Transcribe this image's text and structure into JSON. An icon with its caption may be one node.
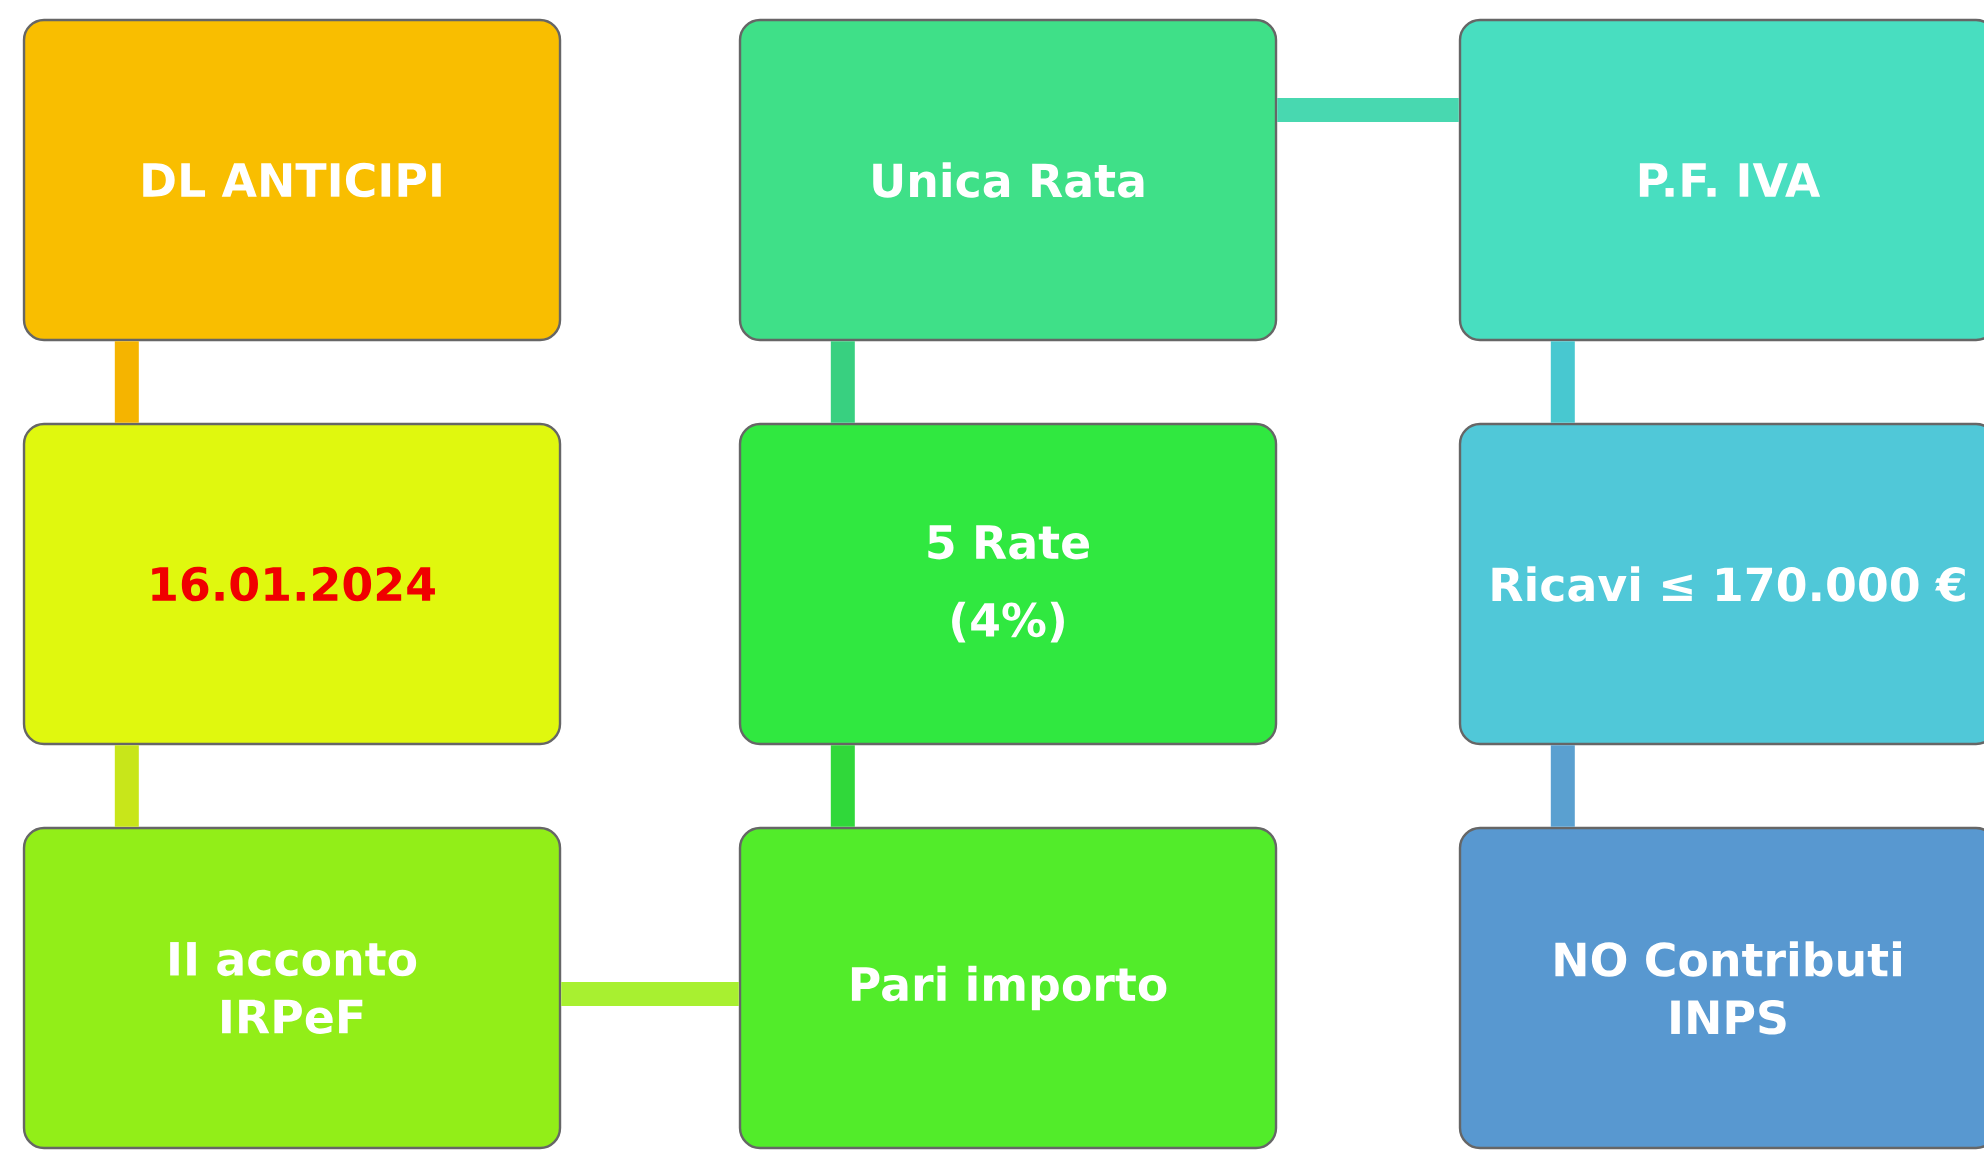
{
  "diagram": {
    "nodes": [
      {
        "text": [
          "DL ANTICIPI"
        ]
      },
      {
        "text": [
          "16.01.2024"
        ]
      },
      {
        "text": [
          "II acconto IRPeF"
        ]
      },
      {
        "text": [
          "Unica Rata"
        ]
      },
      {
        "text": [
          "5 Rate",
          "(4%)"
        ]
      },
      {
        "text": [
          "Pari importo"
        ]
      },
      {
        "text": [
          "P.F. IVA"
        ]
      },
      {
        "text": [
          "Ricavi ≤ 170.000 €"
        ]
      },
      {
        "text": [
          "NO Contributi INPS"
        ]
      }
    ],
    "edges": [
      {
        "from": 0,
        "to": 1,
        "arrow": "none",
        "color": "#f5b400"
      },
      {
        "from": 1,
        "to": 2,
        "arrow": "none",
        "color": "#c8e61a"
      },
      {
        "from": 2,
        "to": 5,
        "arrow": "none",
        "color": "#a8f030"
      },
      {
        "from": 5,
        "to": 4,
        "arrow": "none",
        "color": "#30d83a"
      },
      {
        "from": 4,
        "to": 3,
        "arrow": "none",
        "color": "#38d080"
      },
      {
        "from": 3,
        "to": 6,
        "arrow": "none",
        "color": "#48d8b0"
      },
      {
        "from": 6,
        "to": 7,
        "arrow": "none",
        "color": "#48c8d0"
      },
      {
        "from": 7,
        "to": 8,
        "arrow": "none",
        "color": "#5aa0d0"
      }
    ]
  }
}
